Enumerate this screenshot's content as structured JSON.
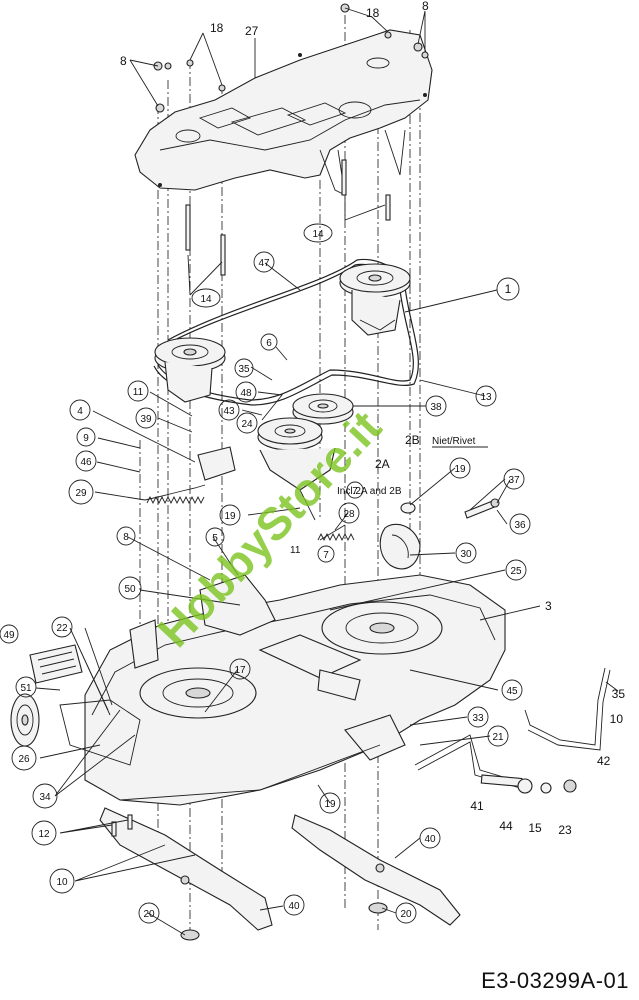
{
  "document": {
    "id": "E3-03299A-01"
  },
  "watermark": {
    "text": "HobbyStore.it",
    "color": "#7bc31f"
  },
  "callouts": {
    "p1": "1",
    "p2a": "2A",
    "p2b": "2B",
    "p3": "3",
    "p4": "4",
    "p5": "5",
    "p6": "6",
    "p7": "7",
    "p8": "8",
    "p9": "9",
    "p10": "10",
    "p11": "11",
    "p12": "12",
    "p13": "13",
    "p14": "14",
    "p15": "15",
    "p17": "17",
    "p18": "18",
    "p19": "19",
    "p20": "20",
    "p21": "21",
    "p22": "22",
    "p23": "23",
    "p24": "24",
    "p25": "25",
    "p26": "26",
    "p27": "27",
    "p28": "28",
    "p29": "29",
    "p30": "30",
    "p33": "33",
    "p34": "34",
    "p35": "35",
    "p36": "36",
    "p37": "37",
    "p38": "38",
    "p39": "39",
    "p40": "40",
    "p41": "41",
    "p42": "42",
    "p43": "43",
    "p44": "44",
    "p45": "45",
    "p46": "46",
    "p47": "47",
    "p48": "48",
    "p49": "49",
    "p50": "50",
    "p51": "51"
  },
  "notes": {
    "rivet": "Niet/Rivet",
    "incl": "Incl.2A and 2B"
  }
}
